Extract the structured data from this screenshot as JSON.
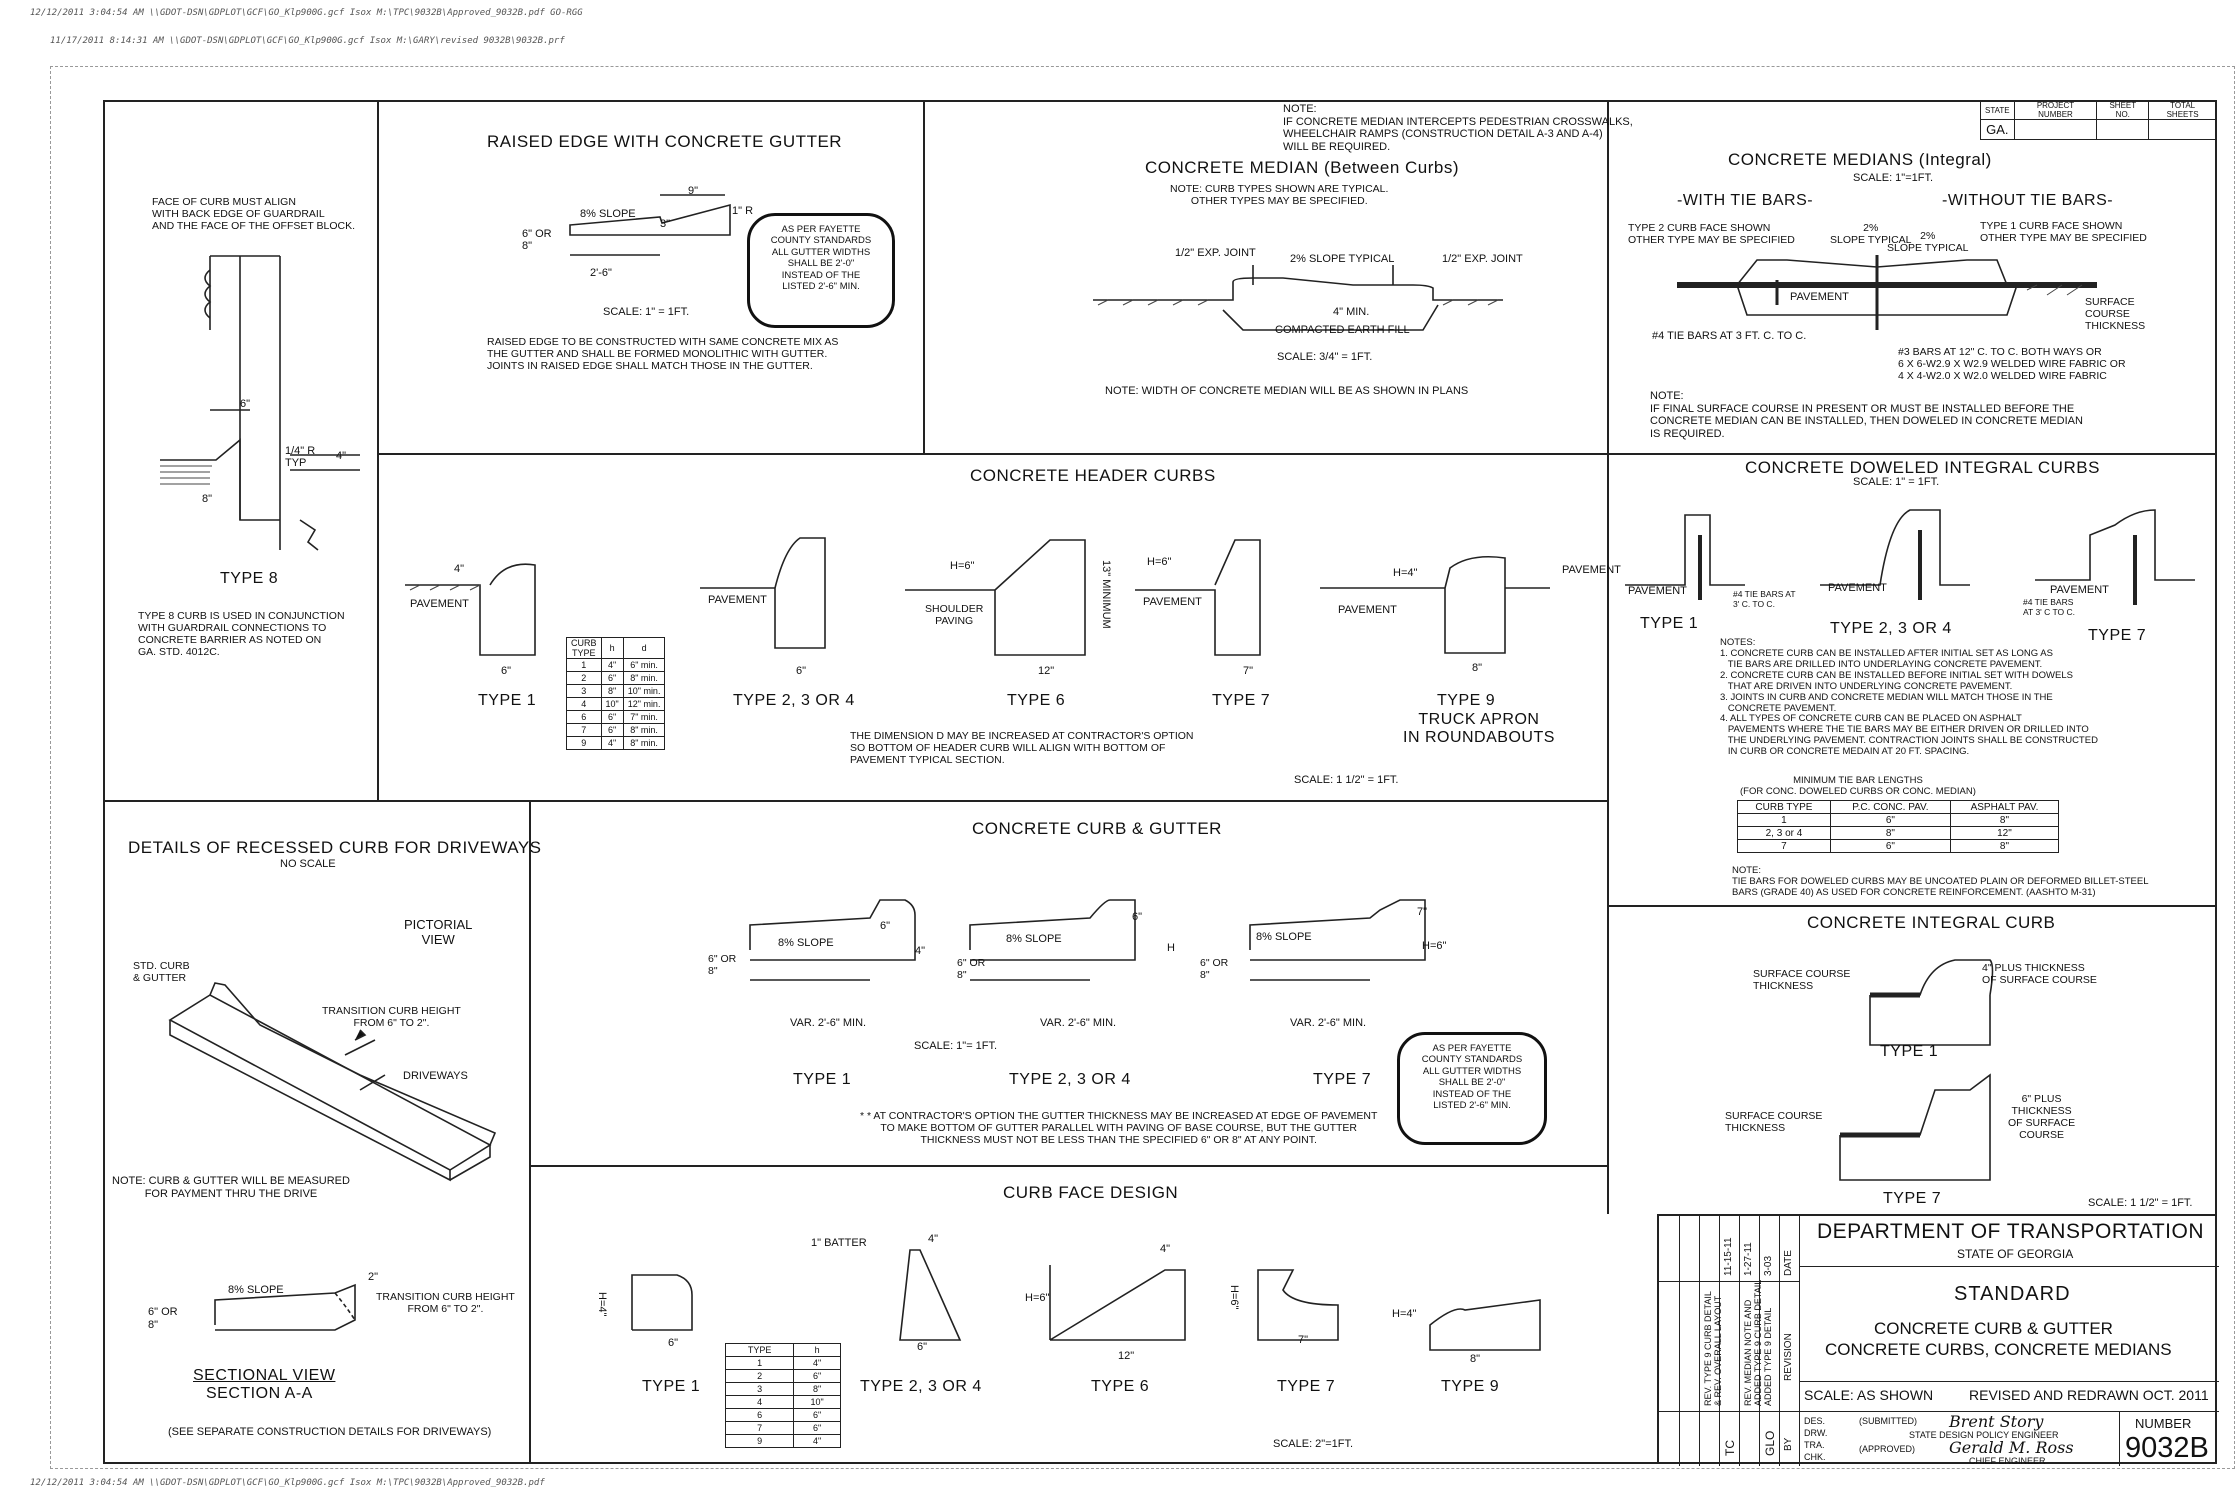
{
  "plot_stamp_top": "12/12/2011 3:04:54 AM \\\\GDOT-DSN\\GDPLOT\\GCF\\GO_Klp900G.gcf Isox M:\\TPC\\9032B\\Approved_9032B.pdf GO-RGG",
  "plot_stamp_second": "11/17/2011 8:14:31 AM \\\\GDOT-DSN\\GDPLOT\\GCF\\GO_Klp900G.gcf Isox M:\\GARY\\revised 9032B\\9032B.prf",
  "plot_stamp_bottom": "12/12/2011 3:04:54 AM \\\\GDOT-DSN\\GDPLOT\\GCF\\GO_Klp900G.gcf Isox M:\\TPC\\9032B\\Approved_9032B.pdf",
  "project_box": {
    "state_hdr": "STATE",
    "project_hdr": "PROJECT NUMBER",
    "sheet_hdr": "SHEET NO.",
    "total_hdr": "TOTAL SHEETS",
    "state": "GA."
  },
  "type8": {
    "note_top": "FACE OF CURB MUST ALIGN\nWITH BACK EDGE OF GUARDRAIL\nAND THE FACE OF THE OFFSET BLOCK.",
    "dim_6": "6\"",
    "dim_r": "1/4\" R\nTYP",
    "dim_4": "4\"",
    "dim_8": "8\"",
    "label": "TYPE 8",
    "note_bottom": "TYPE 8 CURB IS USED IN CONJUNCTION\nWITH GUARDRAIL CONNECTIONS TO\nCONCRETE BARRIER AS NOTED ON\nGA. STD. 4012C."
  },
  "raised_edge": {
    "title": "RAISED EDGE WITH CONCRETE GUTTER",
    "slope": "8% SLOPE",
    "dim_9": "9\"",
    "dim_1r": "1\" R",
    "dim_3": "3\"",
    "dim_6or8": "6\" or\n8\"",
    "dim_2_6": "2'-6\"",
    "scale": "SCALE: 1\" = 1FT.",
    "note": "RAISED EDGE TO BE CONSTRUCTED WITH SAME CONCRETE MIX AS\nTHE GUTTER AND SHALL BE FORMED MONOLITHIC WITH GUTTER.\nJOINTS IN RAISED EDGE SHALL MATCH THOSE IN THE GUTTER.",
    "cloud": "AS PER FAYETTE\nCOUNTY STANDARDS\nALL GUTTER WIDTHS\nSHALL BE 2'-0\"\nINSTEAD OF THE\nLISTED 2'-6\" MIN."
  },
  "median_between": {
    "note_top": "NOTE:\nIF CONCRETE MEDIAN INTERCEPTS PEDESTRIAN CROSSWALKS,\nWHEELCHAIR RAMPS (CONSTRUCTION DETAIL A-3 AND A-4)\nWILL BE REQUIRED.",
    "title": "CONCRETE MEDIAN (Between Curbs)",
    "note_types": "NOTE: CURB TYPES SHOWN ARE TYPICAL.\nOTHER TYPES MAY BE SPECIFIED.",
    "exp_joint": "1/2\" EXP. JOINT",
    "slope": "2% SLOPE TYPICAL",
    "min4": "4\" MIN.",
    "fill": "COMPACTED EARTH FILL",
    "scale": "SCALE: 3/4\" = 1FT.",
    "note_width": "NOTE: WIDTH OF CONCRETE MEDIAN WILL BE AS SHOWN IN PLANS"
  },
  "median_integral": {
    "title": "CONCRETE MEDIANS (Integral)",
    "scale": "SCALE: 1\"=1FT.",
    "with": "-WITH TIE BARS-",
    "without": "-WITHOUT TIE BARS-",
    "type2_note": "TYPE 2 CURB FACE SHOWN\nOTHER TYPE MAY BE SPECIFIED",
    "type1_note": "TYPE 1 CURB FACE SHOWN\nOTHER TYPE MAY BE SPECIFIED",
    "slope": "2%\nSLOPE TYPICAL",
    "slope2": "2%\nSLOPE TYPICAL",
    "pavement": "PAVEMENT",
    "surface": "SURFACE\nCOURSE\nTHICKNESS",
    "tie_bars": "#4 TIE BARS AT 3 FT. C. TO C.",
    "bars3": "#3 BARS AT 12\" C. to C. BOTH WAYS OR\n6 x 6-W2.9 x W2.9 WELDED WIRE FABRIC OR\n4 x 4-W2.0 x W2.0 WELDED WIRE FABRIC",
    "note": "NOTE:\nIF FINAL SURFACE COURSE IN PRESENT OR MUST BE INSTALLED BEFORE THE\nCONCRETE MEDIAN CAN BE INSTALLED, THEN DOWELED IN CONCRETE MEDIAN\nIS REQUIRED."
  },
  "header_curbs": {
    "title": "CONCRETE HEADER CURBS",
    "table_hdr": [
      "CURB\nTYPE",
      "h",
      "d"
    ],
    "table_rows": [
      [
        "1",
        "4\"",
        "6\" min."
      ],
      [
        "2",
        "6\"",
        "8\" min."
      ],
      [
        "3",
        "8\"",
        "10\" min."
      ],
      [
        "4",
        "10\"",
        "12\" min."
      ],
      [
        "6",
        "6\"",
        "7\" min."
      ],
      [
        "7",
        "6\"",
        "8\" min."
      ],
      [
        "9",
        "4\"",
        "8\" min."
      ]
    ],
    "t1": "TYPE 1",
    "t234": "TYPE 2, 3 OR 4",
    "t6": "TYPE 6",
    "t7": "TYPE 7",
    "t9": "TYPE 9",
    "t9b": "TRUCK APRON\nIN ROUNDABOUTS",
    "pavement": "PAVEMENT",
    "shoulder": "SHOULDER\nPAVING",
    "h6": "h=6\"",
    "h4": "h=4\"",
    "min13": "13\" MINIMUM",
    "dim6": "6\"",
    "dim12": "12\"",
    "dim7": "7\"",
    "dim8": "8\"",
    "dim4": "4\"",
    "note": "THE DIMENSION d MAY BE INCREASED AT CONTRACTOR'S OPTION\nSO BOTTOM OF HEADER CURB WILL ALIGN WITH BOTTOM OF\nPAVEMENT TYPICAL SECTION.",
    "scale": "SCALE: 1 1/2\" = 1FT."
  },
  "doweled": {
    "title": "CONCRETE DOWELED INTEGRAL CURBS",
    "scale": "SCALE: 1\" = 1FT.",
    "t1": "TYPE 1",
    "t234": "TYPE 2, 3 OR 4",
    "t7": "TYPE 7",
    "pavement": "PAVEMENT",
    "tie": "#4 TIE BARS AT\n3' C. TO C.",
    "tie7": "#4 TIE BARS\nAT 3' C TO C.",
    "notes": "NOTES:\n1. CONCRETE CURB CAN BE INSTALLED AFTER INITIAL SET AS LONG AS\n   TIE BARS ARE DRILLED INTO UNDERLAYING CONCRETE PAVEMENT.\n2. CONCRETE CURB CAN BE INSTALLED BEFORE INITIAL SET WITH DOWELS\n   THAT ARE DRIVEN INTO UNDERLYING CONCRETE PAVEMENT.\n3. JOINTS IN CURB AND CONCRETE MEDIAN WILL MATCH THOSE IN THE\n   CONCRETE PAVEMENT.\n4. ALL TYPES OF CONCRETE CURB CAN BE PLACED ON ASPHALT\n   PAVEMENTS WHERE THE TIE BARS MAY BE EITHER DRIVEN OR DRILLED INTO\n   THE UNDERLYING PAVEMENT. CONTRACTION JOINTS SHALL BE CONSTRUCTED\n   IN CURB OR CONCRETE MEDAIN AT 20 FT. SPACING.",
    "table_title": "MINIMUM TIE BAR LENGTHS\n(FOR CONC. DOWELED CURBS OR CONC. MEDIAN)",
    "table_hdr": [
      "CURB TYPE",
      "P.C. CONC. PAV.",
      "ASPHALT PAV."
    ],
    "table_rows": [
      [
        "1",
        "6\"",
        "8\""
      ],
      [
        "2, 3 or 4",
        "8\"",
        "12\""
      ],
      [
        "7",
        "6\"",
        "8\""
      ]
    ],
    "note": "NOTE:\nTIE BARS FOR DOWELED CURBS MAY BE UNCOATED PLAIN OR DEFORMED BILLET-STEEL\nBARS (GRADE 40) AS USED FOR CONCRETE REINFORCEMENT. (AASHTO M-31)"
  },
  "recessed": {
    "title": "DETAILS OF RECESSED CURB FOR DRIVEWAYS",
    "noscale": "NO SCALE",
    "pictorial": "PICTORIAL\nVIEW",
    "std": "STD. CURB\n& GUTTER",
    "transition": "TRANSITION CURB HEIGHT\nFROM 6\" TO 2\".",
    "driveways": "DRIVEWAYS",
    "note": "NOTE: CURB & GUTTER WILL BE MEASURED\nFOR PAYMENT THRU THE DRIVE",
    "slope": "8% SLOPE",
    "dim2": "2\"",
    "trans2": "TRANSITION CURB HEIGHT\nFROM 6\" TO 2\".",
    "dim6or8": "6\" OR\n8\"",
    "sectional": "SECTIONAL VIEW",
    "section": "SECTION A-A",
    "see": "(SEE SEPARATE CONSTRUCTION DETAILS FOR DRIVEWAYS)"
  },
  "curb_gutter": {
    "title": "CONCRETE CURB & GUTTER",
    "slope": "8% SLOPE",
    "var": "VAR. 2'-6\" MIN.",
    "dim6": "6\"",
    "dim4": "4\"",
    "dim7": "7\"",
    "h6": "h=6\"",
    "h": "h",
    "dim6or8": "6\" or\n8\"",
    "scale": "SCALE: 1\"= 1FT.",
    "t1": "TYPE 1",
    "t234": "TYPE 2, 3 OR 4",
    "t7": "TYPE 7",
    "note": "* * AT CONTRACTOR'S OPTION THE GUTTER THICKNESS MAY BE INCREASED AT EDGE OF PAVEMENT\nTO MAKE BOTTOM OF GUTTER PARALLEL WITH PAVING OF BASE COURSE, BUT THE GUTTER\nTHICKNESS MUST NOT BE LESS THAN THE SPECIFIED 6\" OR 8\" AT ANY POINT.",
    "cloud": "AS PER FAYETTE\nCOUNTY STANDARDS\nALL GUTTER WIDTHS\nSHALL BE 2'-0\"\nINSTEAD OF THE\nLISTED 2'-6\" MIN."
  },
  "integral_curb": {
    "title": "CONCRETE INTEGRAL CURB",
    "surface": "SURFACE COURSE\nTHICKNESS",
    "plus": "4\" PLUS THICKNESS\nOF SURFACE COURSE",
    "plus6": "6\" PLUS\nTHICKNESS\nOF SURFACE\nCOURSE",
    "t1": "TYPE 1",
    "t7": "TYPE 7",
    "scale": "SCALE: 1 1/2\" = 1FT.",
    "dim6": "6\"",
    "dim4": "4\""
  },
  "curb_face": {
    "title": "CURB FACE DESIGN",
    "batter": "1\" BATTER",
    "t1": "TYPE 1",
    "t234": "TYPE 2, 3 OR 4",
    "t6": "TYPE 6",
    "t7": "TYPE 7",
    "t9": "TYPE 9",
    "table_hdr": [
      "TYPE",
      "h"
    ],
    "table_rows": [
      [
        "1",
        "4\""
      ],
      [
        "2",
        "6\""
      ],
      [
        "3",
        "8\""
      ],
      [
        "4",
        "10\""
      ],
      [
        "6",
        "6\""
      ],
      [
        "7",
        "6\""
      ],
      [
        "9",
        "4\""
      ]
    ],
    "h4": "h=4\"",
    "h6": "h=6\"",
    "dim6": "6\"",
    "dim12": "12\"",
    "dim4": "4\"",
    "dim8": "8\"",
    "dim7": "7\"",
    "scale": "SCALE: 2\"=1FT."
  },
  "title_block": {
    "rev_dates": [
      "11-15-11",
      "1-27-11",
      "3-03"
    ],
    "date_hdr": "DATE",
    "revisions": [
      "REV. TYPE 9 CURB DETAIL",
      "& REV. OVERALL LAYOUT",
      "REV. MEDIAN NOTE AND",
      "ADDED TYPE 9 CURB DETAIL",
      "ADDED TYPE 9 DETAIL"
    ],
    "rev_hdr": "REVISION",
    "initials": [
      "TC",
      "GLO"
    ],
    "by": "BY",
    "dept": "DEPARTMENT OF TRANSPORTATION",
    "state": "STATE OF GEORGIA",
    "standard": "STANDARD",
    "name1": "CONCRETE CURB & GUTTER",
    "name2": "CONCRETE CURBS, CONCRETE MEDIANS",
    "scale": "SCALE: AS SHOWN",
    "revised": "REVISED AND REDRAWN OCT. 2011",
    "des": "DES.",
    "drw": "DRW.",
    "tra": "TRA.",
    "chk": "CHK.",
    "submitted": "(SUBMITTED)",
    "approved": "(APPROVED)",
    "policy": "STATE DESIGN POLICY ENGINEER",
    "chief": "CHIEF ENGINEER",
    "sig1": "Brent Story",
    "sig2": "Gerald M. Ross",
    "number_hdr": "NUMBER",
    "number": "9032B"
  }
}
